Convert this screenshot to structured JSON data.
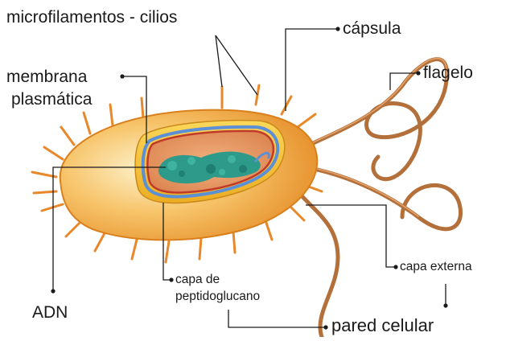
{
  "labels": {
    "microfilamentos": "microfilamentos - cilios",
    "capsula": "cápsula",
    "membrana_line1": "membrana",
    "membrana_line2": "plasmática",
    "flagelo": "flagelo",
    "adn": "ADN",
    "capa_pepti_line1": "capa de",
    "capa_pepti_line2": "peptidoglucano",
    "capa_externa": "capa externa",
    "pared_celular": "pared celular"
  },
  "colors": {
    "outer_capsule": "#f0a233",
    "capsule_light": "#fbe7a8",
    "cell_wall": "#f6c235",
    "membrane_blue": "#5b8fd6",
    "membrane_red": "#c0392b",
    "cytoplasm": "#e9945a",
    "dna": "#2e9a8a",
    "flagellum": "#b4703a",
    "cilia": "#e8882a",
    "leader_line": "#1a1a1a"
  }
}
